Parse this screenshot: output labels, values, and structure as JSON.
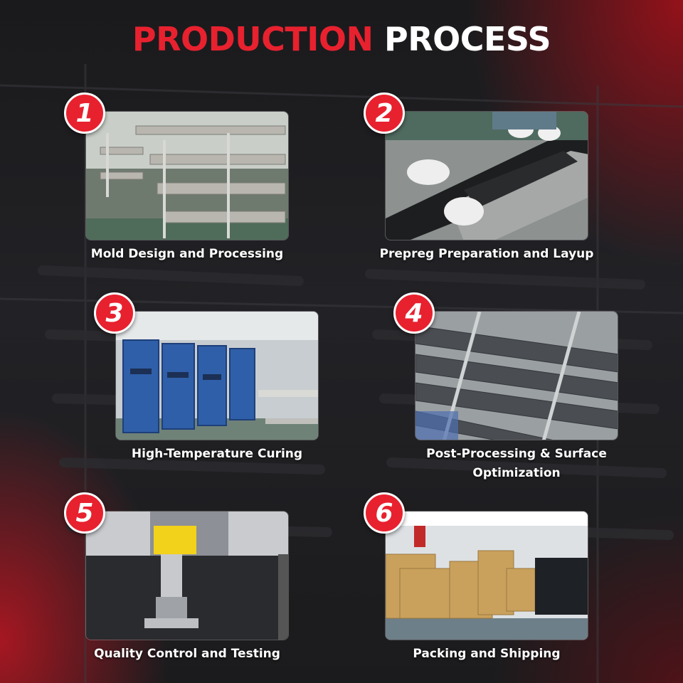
{
  "title": {
    "part1": "PRODUCTION",
    "part2": "PROCESS"
  },
  "colors": {
    "accent": "#e8212f",
    "text": "#ffffff",
    "background": "#1c1c1e"
  },
  "steps": [
    {
      "number": "1",
      "caption": "Mold Design and Processing",
      "image": "mold-shelves-photo"
    },
    {
      "number": "2",
      "caption": "Prepreg Preparation and Layup",
      "image": "carbon-layup-photo"
    },
    {
      "number": "3",
      "caption": "High-Temperature Curing",
      "image": "curing-presses-photo"
    },
    {
      "number": "4",
      "caption": "Post-Processing & Surface Optimization",
      "image": "carbon-blades-photo"
    },
    {
      "number": "5",
      "caption": "Quality Control and Testing",
      "image": "testing-machine-photo"
    },
    {
      "number": "6",
      "caption": "Packing and Shipping",
      "image": "warehouse-boxes-photo"
    }
  ]
}
